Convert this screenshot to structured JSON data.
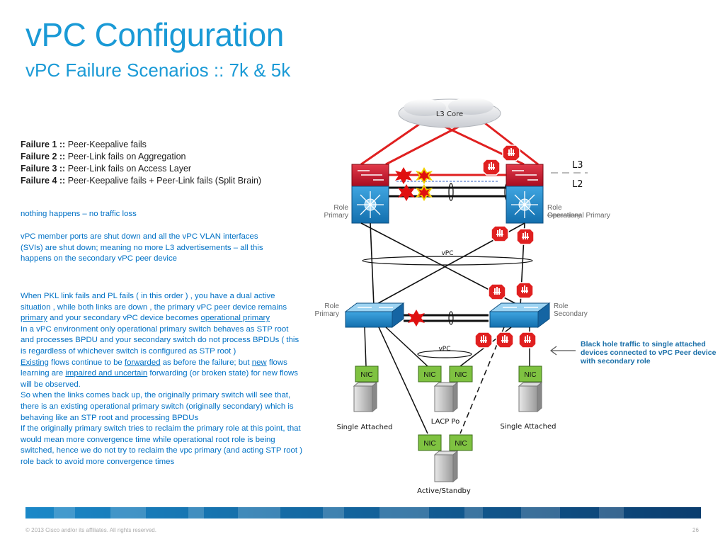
{
  "title": "vPC Configuration",
  "subtitle": "vPC Failure Scenarios :: 7k & 5k",
  "failures": [
    {
      "label": "Failure 1 ::",
      "text": "Peer-Keepalive fails"
    },
    {
      "label": "Failure 2 ::",
      "text": "Peer-Link fails on Aggregation"
    },
    {
      "label": "Failure 3 ::",
      "text": "Peer-Link fails on Access Layer"
    },
    {
      "label": "Failure 4 ::",
      "text": "Peer-Keepalive fails + Peer-Link fails (Split Brain)"
    }
  ],
  "notes": {
    "n1": "nothing happens – no traffic loss",
    "n2": "vPC member ports are shut down and all the vPC VLAN interfaces (SVIs) are shut down; meaning no more  L3 advertisements – all this happens on the secondary vPC peer device",
    "n3a": "When PKL link fails and PL fails ( in this order ) , you have a dual active situation , while both links are down , the primary vPC peer device remains ",
    "n3b": "primary",
    "n3c": " and your secondary vPC device becomes ",
    "n3d": "operational primary",
    "n3e": "In a vPC environment only operational primary switch behaves as STP root and processes BPDU and your secondary switch do not process BPDUs ( this is regardless of whichever switch is configured as STP root )",
    "n3f": "Existing",
    "n3g": " flows continue to be ",
    "n3h": "forwarded",
    "n3i": " as before the failure; but ",
    "n3j": "new",
    "n3k": " flows learning are ",
    "n3l": "impaired and uncertain",
    "n3m": " forwarding (or broken state) for new flows will be observed.",
    "n3n": "So when the links comes back up, the originally primary switch will see that, there is an existing operational primary switch (originally secondary) which is behaving like an STP root and processing BPDUs",
    "n3o": "If the originally primary switch tries to reclaim the primary role at this point, that would mean more convergence time while operational root role is being switched, hence we do not try to reclaim the vpc primary (and acting STP root ) role back to avoid more convergence times"
  },
  "diagram": {
    "core": "L3 Core",
    "l3": "L3",
    "l2": "L2",
    "agg_left_role": "Role",
    "agg_left_role2": "Primary",
    "agg_right_role": "Role",
    "agg_right_role2": "Operational Primary",
    "agg_right_role_struck": "Secondary",
    "vpc_top": "vPC",
    "acc_left_role": "Role",
    "acc_left_role2": "Primary",
    "acc_right_role": "Role",
    "acc_right_role2": "Secondary",
    "vpc_bottom": "vPC",
    "nic": "NIC",
    "single_left": "Single Attached",
    "single_right": "Single Attached",
    "lacp": "LACP Po",
    "active_standby": "Active/Standby"
  },
  "blackhole_note": "Black hole traffic to single attached devices  connected to vPC Peer device with secondary role",
  "copyright": "© 2013 Cisco and/or its affiliates. All rights reserved.",
  "page_number": "26",
  "colors": {
    "accent": "#1a9ad6",
    "text_blue": "#0071c5",
    "switch_red": "#c8102e",
    "switch_blue": "#1d86c8",
    "nic_green": "#7fc241",
    "fail_red": "#e02020"
  }
}
